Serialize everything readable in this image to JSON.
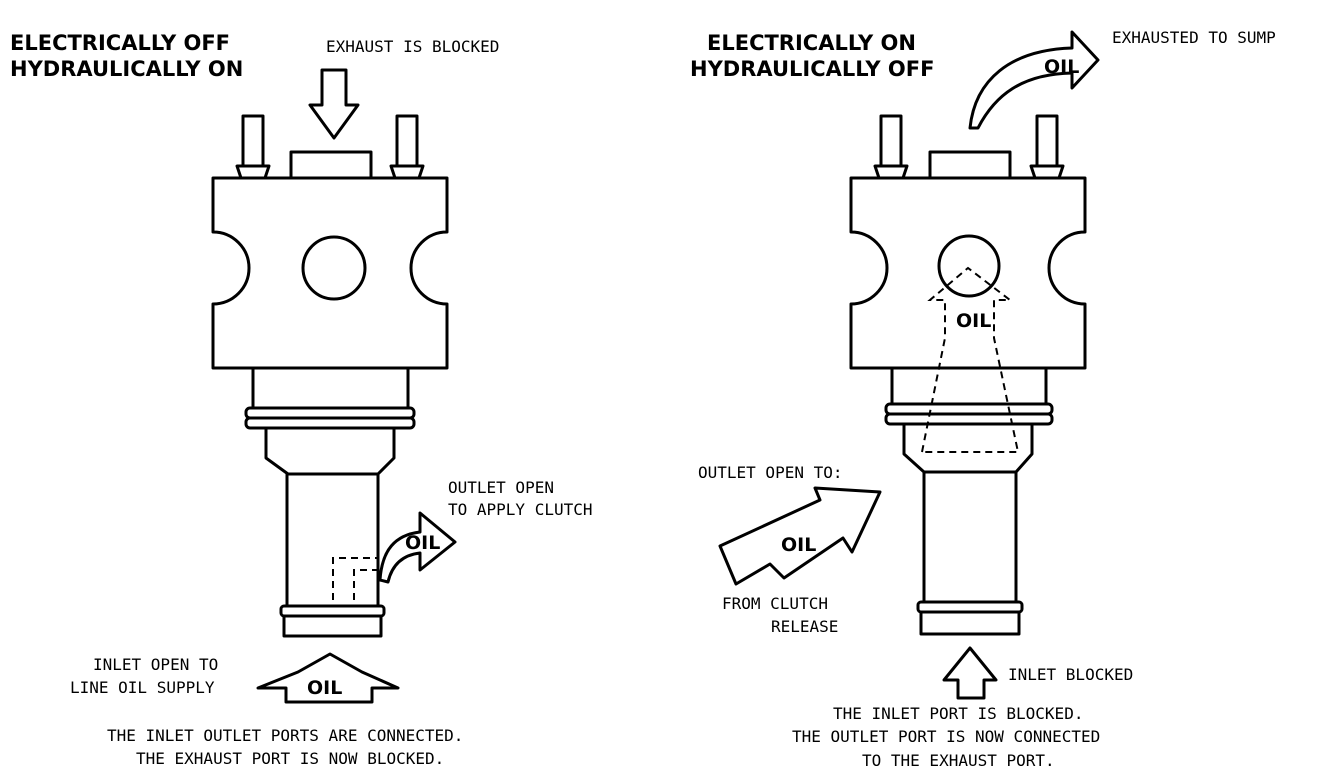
{
  "left_panel": {
    "title_line1": "ELECTRICALLY OFF",
    "title_line2": "HYDRAULICALLY ON",
    "exhaust_label": "EXHAUST IS BLOCKED",
    "outlet_label_line1": "OUTLET OPEN",
    "outlet_label_line2": "TO APPLY CLUTCH",
    "outlet_arrow_text": "OIL",
    "inlet_label_line1": "INLET OPEN TO",
    "inlet_label_line2": "LINE OIL SUPPLY",
    "inlet_arrow_text": "OIL",
    "caption_line1": "THE INLET OUTLET PORTS ARE CONNECTED.",
    "caption_line2": "THE EXHAUST PORT IS NOW BLOCKED."
  },
  "right_panel": {
    "title_line1": "ELECTRICALLY ON",
    "title_line2": "HYDRAULICALLY OFF",
    "exhaust_arrow_text": "OIL",
    "exhaust_label": "EXHAUSTED TO SUMP",
    "internal_oil_text": "OIL",
    "outlet_label": "OUTLET OPEN TO:",
    "outlet_arrow_text": "OIL",
    "from_label_line1": "FROM CLUTCH",
    "from_label_line2": "RELEASE",
    "inlet_label": "INLET BLOCKED",
    "caption_line1": "THE INLET PORT IS BLOCKED.",
    "caption_line2": "THE OUTLET PORT IS NOW CONNECTED",
    "caption_line3": "TO THE EXHAUST PORT."
  }
}
